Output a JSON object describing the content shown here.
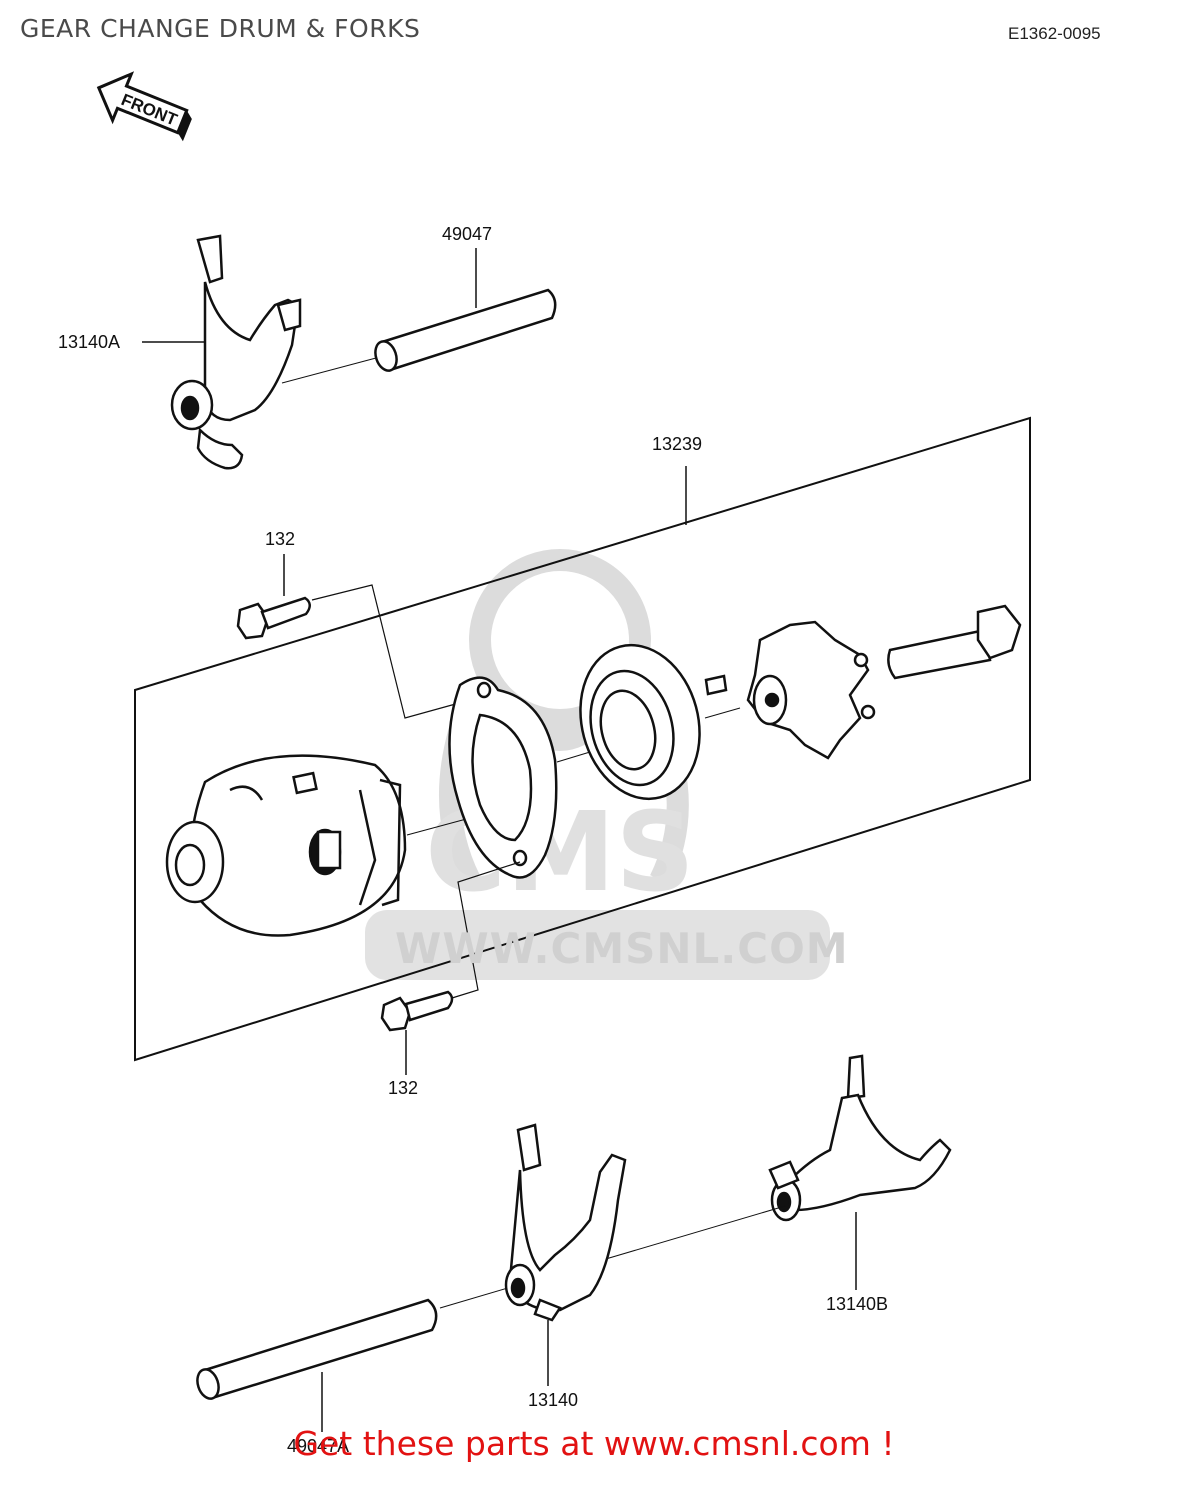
{
  "header": {
    "title": "GEAR CHANGE DRUM & FORKS",
    "diagram_code": "E1362-0095"
  },
  "direction_sign": {
    "text": "FRONT"
  },
  "parts": {
    "shift_rod_upper": "49047",
    "fork_upper": "13140A",
    "drum_assembly": "13239",
    "bolt_upper": "132",
    "bolt_lower": "132",
    "fork_lower_middle": "13140",
    "fork_lower_right": "13140B",
    "shift_rod_lower": "49047A"
  },
  "watermark": {
    "text": "WWW.CMSNL.COM",
    "logo_text": "CMS"
  },
  "footer": {
    "text": "Get these parts at www.cmsnl.com !"
  },
  "colors": {
    "footer_text": "#e21212",
    "line_art": "#111111",
    "watermark": "#d0d0d0"
  }
}
